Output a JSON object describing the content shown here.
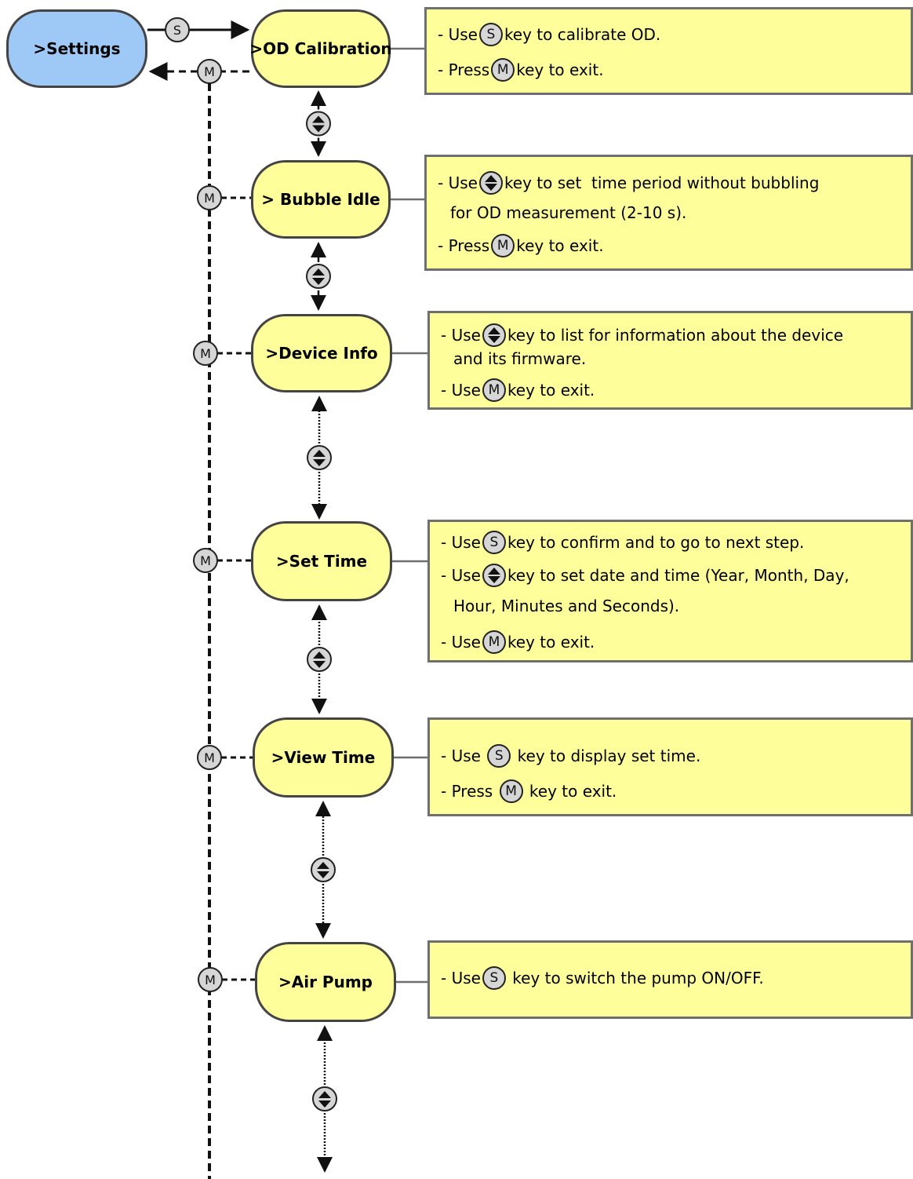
{
  "root": {
    "label": ">Settings"
  },
  "keys": {
    "s": "S",
    "m": "M"
  },
  "icons": {
    "s_key": "s-key-icon",
    "m_key": "m-key-icon",
    "updown_key": "up-down-key-icon"
  },
  "colors": {
    "root_fill": "#9ec8f5",
    "menu_fill": "#fefe9a",
    "note_fill": "#fefe9a",
    "key_fill": "#d6d6d6"
  },
  "menu": [
    {
      "label": ">OD Calibration",
      "lines": [
        {
          "parts": [
            "- Use",
            "key:s",
            "key to calibrate OD."
          ]
        },
        {
          "parts": [
            "- Press",
            "key:m",
            "key to exit."
          ]
        }
      ]
    },
    {
      "label": "> Bubble Idle",
      "lines": [
        {
          "parts": [
            "- Use",
            "key:ud",
            "key to set  time period without bubbling"
          ]
        },
        {
          "parts": [
            "for OD measurement (2-10 s)."
          ]
        },
        {
          "parts": [
            "- Press",
            "key:m",
            "key to exit."
          ]
        }
      ]
    },
    {
      "label": ">Device Info",
      "lines": [
        {
          "parts": [
            "- Use",
            "key:ud",
            "key to list for information about the device"
          ]
        },
        {
          "parts": [
            "and its firmware."
          ]
        },
        {
          "parts": [
            "- Use",
            "key:m",
            "key to exit."
          ]
        }
      ]
    },
    {
      "label": ">Set Time",
      "lines": [
        {
          "parts": [
            "- Use",
            "key:s",
            "key to confirm and to go to next step."
          ]
        },
        {
          "parts": [
            "- Use",
            "key:ud",
            "key to set date and time (Year, Month, Day,"
          ]
        },
        {
          "parts": [
            "Hour, Minutes and Seconds)."
          ]
        },
        {
          "parts": [
            "- Use",
            "key:m",
            "key to exit."
          ]
        }
      ]
    },
    {
      "label": ">View Time",
      "lines": [
        {
          "parts": [
            "- Use ",
            "key:s",
            " key to display set time."
          ]
        },
        {
          "parts": [
            "- Press ",
            "key:m",
            " key to exit."
          ]
        }
      ]
    },
    {
      "label": ">Air Pump",
      "lines": [
        {
          "parts": [
            "- Use",
            "key:s",
            " key to switch the pump ON/OFF."
          ]
        }
      ]
    }
  ]
}
